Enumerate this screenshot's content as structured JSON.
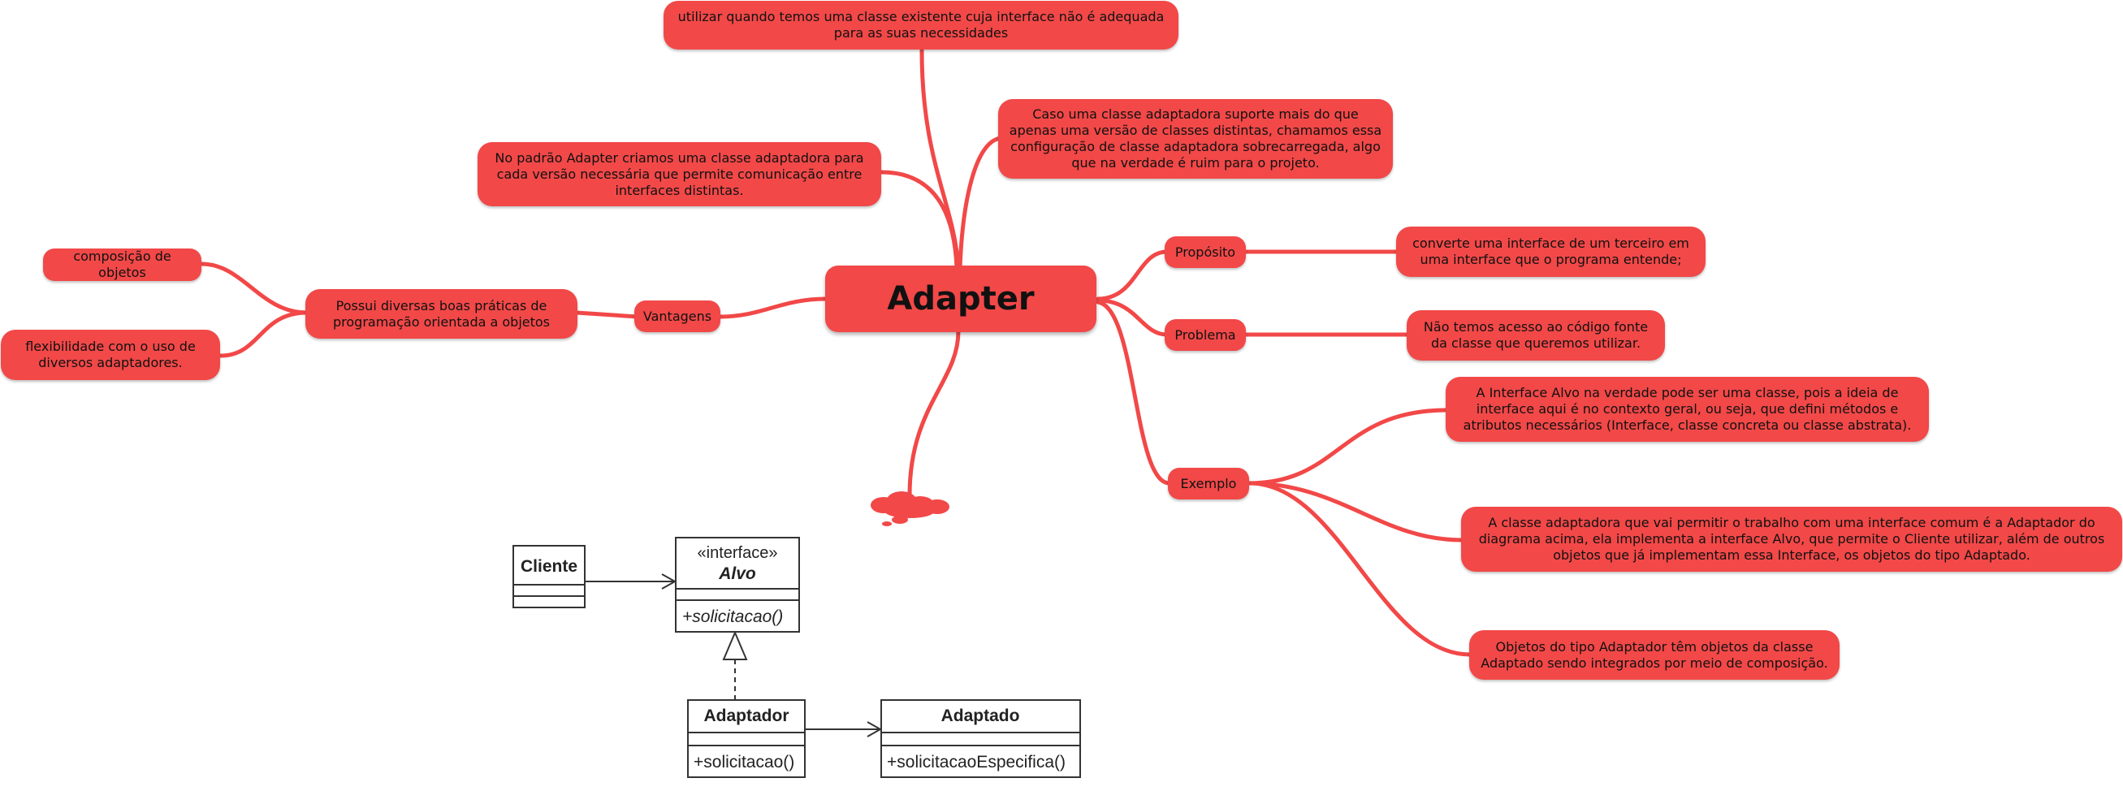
{
  "central": "Adapter",
  "nodes": {
    "top_use": "utilizar quando temos uma classe existente cuja interface não é adequada para as suas necessidades",
    "overloaded": "Caso uma classe adaptadora suporte mais do que apenas uma versão de classes distintas, chamamos essa configuração de classe adaptadora sobrecarregada, algo que na verdade é ruim para o projeto.",
    "pattern": "No padrão Adapter criamos uma classe adaptadora para cada versão necessária que permite comunicação entre interfaces distintas.",
    "vantagens": "Vantagens",
    "good_practices": "Possui diversas boas práticas de programação orientada a objetos",
    "composition": "composição de objetos",
    "flexibility": "flexibilidade com o uso de diversos adaptadores.",
    "proposito": "Propósito",
    "proposito_text": "converte uma interface de um terceiro em uma interface que o programa entende;",
    "problema": "Problema",
    "problema_text": "Não temos acesso ao código fonte da classe que queremos utilizar.",
    "exemplo": "Exemplo",
    "exemplo_1": "A Interface Alvo na verdade pode ser uma classe, pois a ideia de interface aqui é no contexto geral, ou seja, que defini métodos e atributos necessários (Interface, classe concreta ou classe abstrata).",
    "exemplo_2": "A classe adaptadora que vai permitir o trabalho com uma interface comum é a Adaptador do diagrama acima, ela implementa a interface Alvo, que permite o Cliente utilizar, além de outros objetos que já implementam essa Interface, os objetos do tipo Adaptado.",
    "exemplo_3": "Objetos do tipo Adaptador têm objetos da classe Adaptado sendo integrados por meio de composição."
  },
  "uml": {
    "cliente": "Cliente",
    "alvo_stereotype": "«interface»",
    "alvo": "Alvo",
    "alvo_method": "+solicitacao()",
    "adaptador": "Adaptador",
    "adaptador_method": "+solicitacao()",
    "adaptado": "Adaptado",
    "adaptado_method": "+solicitacaoEspecifica()"
  },
  "colors": {
    "node": "#f24848",
    "uml_line": "#333333"
  }
}
